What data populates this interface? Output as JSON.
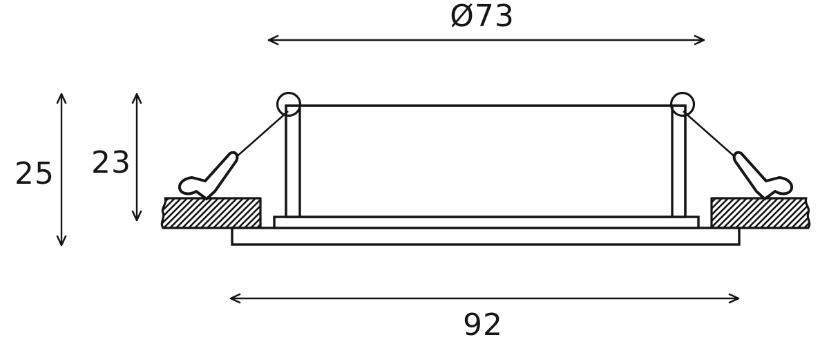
{
  "drawing": {
    "line_color": "#151515",
    "background_color": "#ffffff",
    "dimensions": {
      "cutout_diameter": "Ø73",
      "overall_height": "25",
      "recess_depth": "23",
      "overall_width": "92"
    }
  }
}
